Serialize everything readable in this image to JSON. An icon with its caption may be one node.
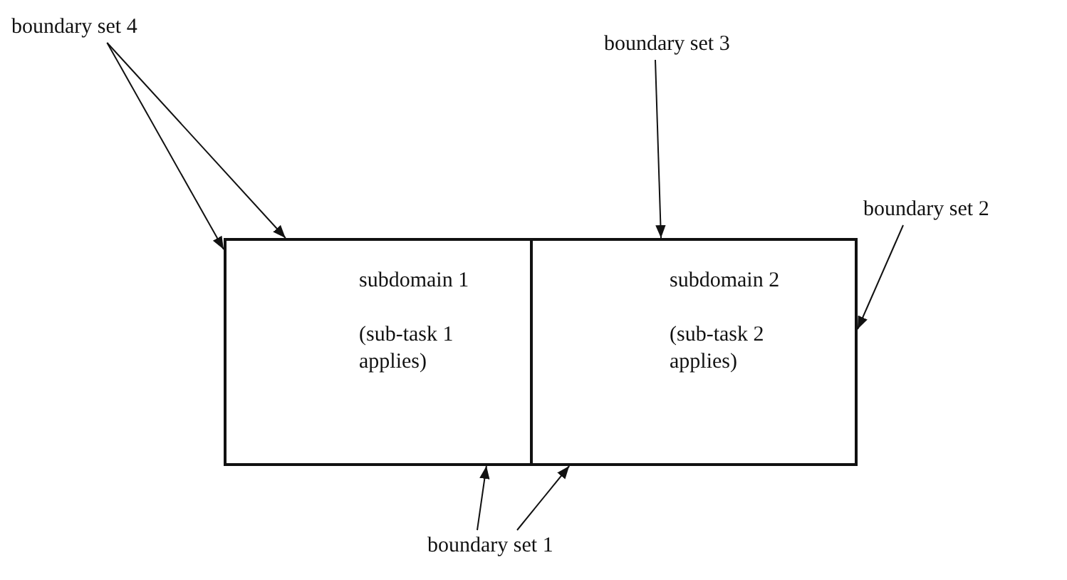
{
  "diagram": {
    "nodes": [
      {
        "text": [
          "boundary set 4"
        ]
      },
      {
        "text": [
          "boundary set 3"
        ]
      },
      {
        "text": [
          "subdomain 1",
          "(sub-task 1 applies)"
        ]
      },
      {
        "text": [
          "subdomain 2",
          "(sub-task 2 applies)"
        ]
      },
      {
        "text": [
          "boundary set 2"
        ]
      },
      {
        "text": [
          "boundary set 1"
        ]
      }
    ],
    "edges": [
      {
        "from": 0,
        "to": 2,
        "arrow": "to"
      },
      {
        "from": 0,
        "to": 2,
        "arrow": "to"
      },
      {
        "from": 1,
        "to": 3,
        "arrow": "to"
      },
      {
        "from": 4,
        "to": 3,
        "arrow": "to"
      },
      {
        "from": 5,
        "to": 2,
        "arrow": "to"
      },
      {
        "from": 5,
        "to": 3,
        "arrow": "to"
      }
    ]
  }
}
